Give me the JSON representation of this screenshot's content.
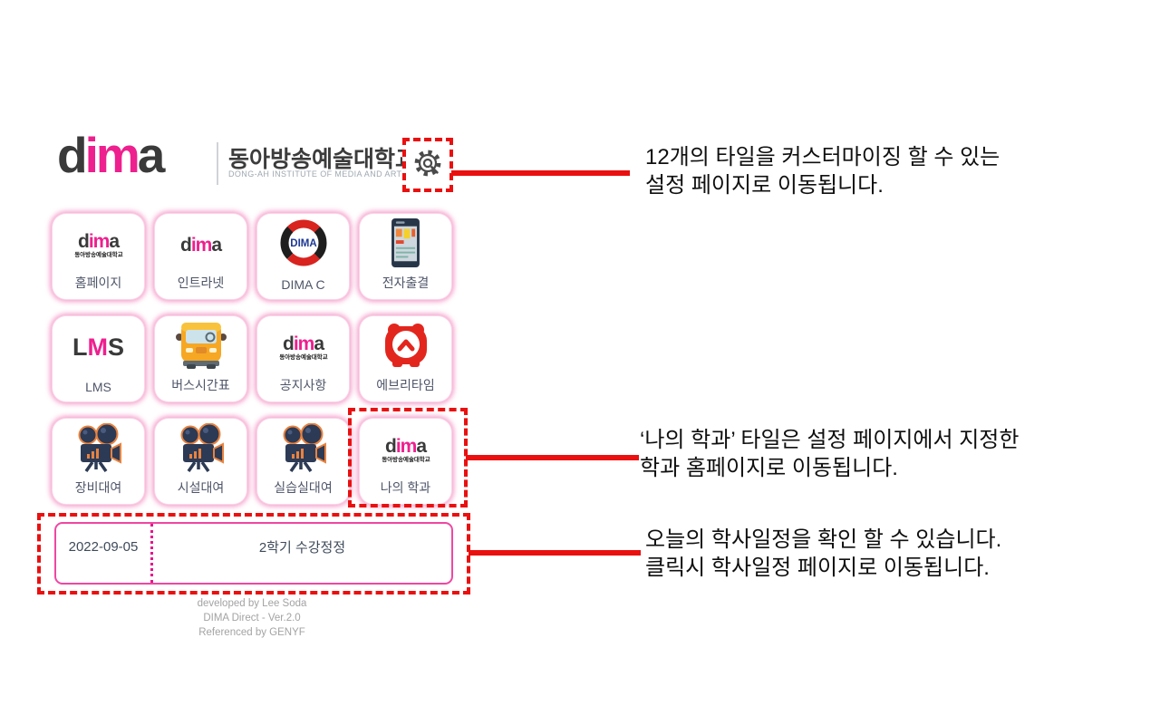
{
  "brand": {
    "logo": {
      "d": "d",
      "im": "im",
      "a": "a"
    },
    "caption": "동아방송예술대학교",
    "korean_name": "동아방송예술대학교",
    "english_name": "DONG-AH INSTITUTE OF MEDIA AND ARTS"
  },
  "icon_text": {
    "lms_l": "L",
    "lms_m": "M",
    "lms_s": "S",
    "dima_c": "DIMA"
  },
  "tiles": [
    {
      "label": "홈페이지",
      "icon": "dima-logo-caption-icon"
    },
    {
      "label": "인트라넷",
      "icon": "dima-logo-icon"
    },
    {
      "label": "DIMA C",
      "icon": "dima-c-ring-icon"
    },
    {
      "label": "전자출결",
      "icon": "smartphone-icon"
    },
    {
      "label": "LMS",
      "icon": "lms-wordmark-icon"
    },
    {
      "label": "버스시간표",
      "icon": "school-bus-icon"
    },
    {
      "label": "공지사항",
      "icon": "dima-logo-caption-icon"
    },
    {
      "label": "에브리타임",
      "icon": "everytime-alarm-icon"
    },
    {
      "label": "장비대여",
      "icon": "movie-camera-icon"
    },
    {
      "label": "시설대여",
      "icon": "movie-camera-icon"
    },
    {
      "label": "실습실대여",
      "icon": "movie-camera-icon"
    },
    {
      "label": "나의 학과",
      "icon": "dima-logo-caption-icon",
      "highlighted": true
    }
  ],
  "schedule_bar": {
    "date": "2022-09-05",
    "event": "2학기 수강정정"
  },
  "footer": {
    "line1": "developed by Lee Soda",
    "line2": "DIMA Direct - Ver.2.0",
    "line3": "Referenced by GENYF"
  },
  "annotations": [
    {
      "line1": "12개의 타일을 커스터마이징 할 수 있는",
      "line2": "설정 페이지로 이동됩니다."
    },
    {
      "line1": "‘나의 학과’ 타일은 설정 페이지에서 지정한",
      "line2": "학과 홈페이지로 이동됩니다."
    },
    {
      "line1": "오늘의 학사일정을 확인 할 수 있습니다.",
      "line2": "클릭시 학사일정 페이지로 이동됩니다."
    }
  ],
  "colors": {
    "brand_pink": "#ee1f8e",
    "logo_dark": "#3a3a3a",
    "annotation_red": "#ea1010",
    "tile_glow_pink": "#f4a0cb",
    "schedule_border_pink": "#ef47a2",
    "everytime_red": "#e3261d",
    "dima_c_red": "#d8231f",
    "dima_c_navy": "#1d3894"
  }
}
